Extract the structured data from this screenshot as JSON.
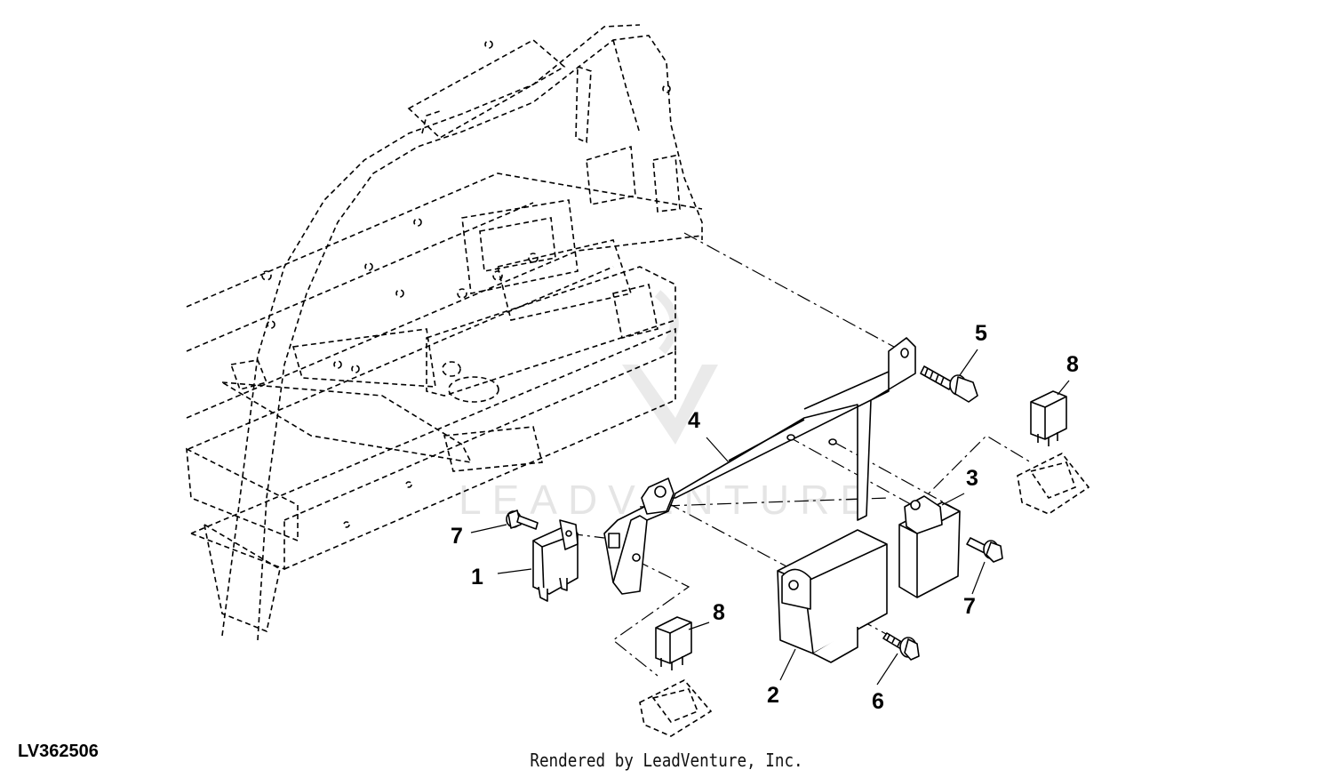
{
  "figure_id": "LV362506",
  "credit": "Rendered by LeadVenture, Inc.",
  "watermark": "LEADVENTURE",
  "callouts": [
    {
      "id": "c1",
      "label": "1"
    },
    {
      "id": "c2",
      "label": "2"
    },
    {
      "id": "c3",
      "label": "3"
    },
    {
      "id": "c4",
      "label": "4"
    },
    {
      "id": "c5",
      "label": "5"
    },
    {
      "id": "c6",
      "label": "6"
    },
    {
      "id": "c7a",
      "label": "7"
    },
    {
      "id": "c7b",
      "label": "7"
    },
    {
      "id": "c8a",
      "label": "8"
    },
    {
      "id": "c8b",
      "label": "8"
    }
  ]
}
